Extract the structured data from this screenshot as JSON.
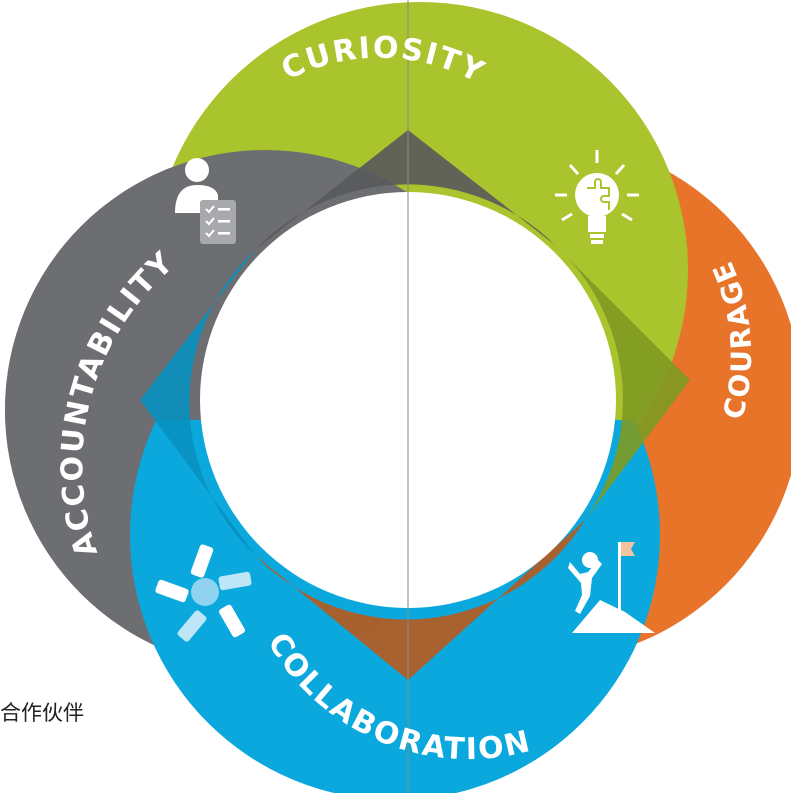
{
  "diagram": {
    "values": [
      {
        "key": "curiosity",
        "label": "CURIOSITY",
        "color": "#a9c42c",
        "icon": "lightbulb-puzzle-icon"
      },
      {
        "key": "courage",
        "label": "COURAGE",
        "color": "#e8742a",
        "icon": "climber-flag-icon"
      },
      {
        "key": "collaboration",
        "label": "COLLABORATION",
        "color": "#0aa8dc",
        "icon": "linked-hands-icon"
      },
      {
        "key": "accountability",
        "label": "ACCOUNTABILITY",
        "color": "#6d6e71",
        "icon": "person-checklist-icon"
      }
    ],
    "side_caption": "合作伙伴"
  }
}
